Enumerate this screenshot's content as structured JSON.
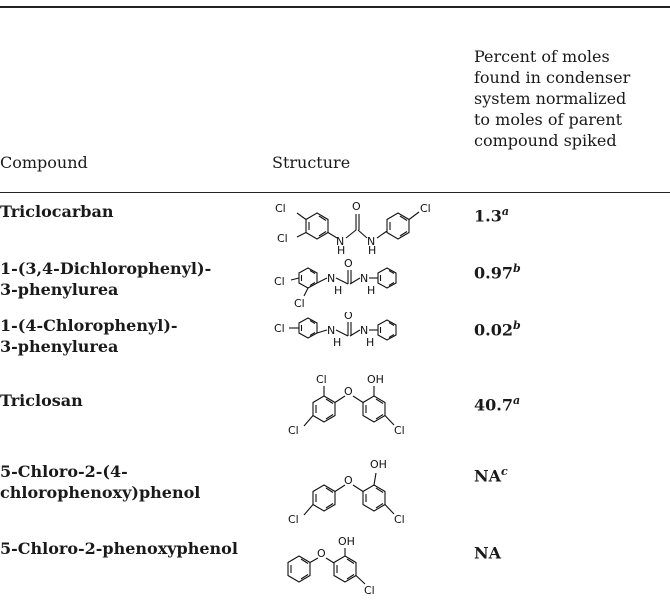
{
  "header": {
    "compound": "Compound",
    "structure": "Structure",
    "percent_lines": [
      "Percent of moles",
      "found in condenser",
      "system normalized",
      "to moles of parent",
      "compound spiked"
    ]
  },
  "rows": [
    {
      "name_lines": [
        "Triclocarban"
      ],
      "value": "1.3",
      "footnote": "a"
    },
    {
      "name_lines": [
        "1-(3,4-Dichlorophenyl)-",
        "3-phenylurea"
      ],
      "value": "0.97",
      "footnote": "b"
    },
    {
      "name_lines": [
        "1-(4-Chlorophenyl)-",
        "3-phenylurea"
      ],
      "value": "0.02",
      "footnote": "b"
    },
    {
      "name_lines": [
        "Triclosan"
      ],
      "value": "40.7",
      "footnote": "a"
    },
    {
      "name_lines": [
        "5-Chloro-2-(4-",
        "chlorophenoxy)phenol"
      ],
      "value": "NA",
      "footnote": "c"
    },
    {
      "name_lines": [
        "5-Chloro-2-phenoxyphenol"
      ],
      "value": "NA",
      "footnote": ""
    }
  ],
  "atoms": {
    "cl": "Cl",
    "n": "N",
    "h": "H",
    "o": "O",
    "oh": "OH"
  }
}
